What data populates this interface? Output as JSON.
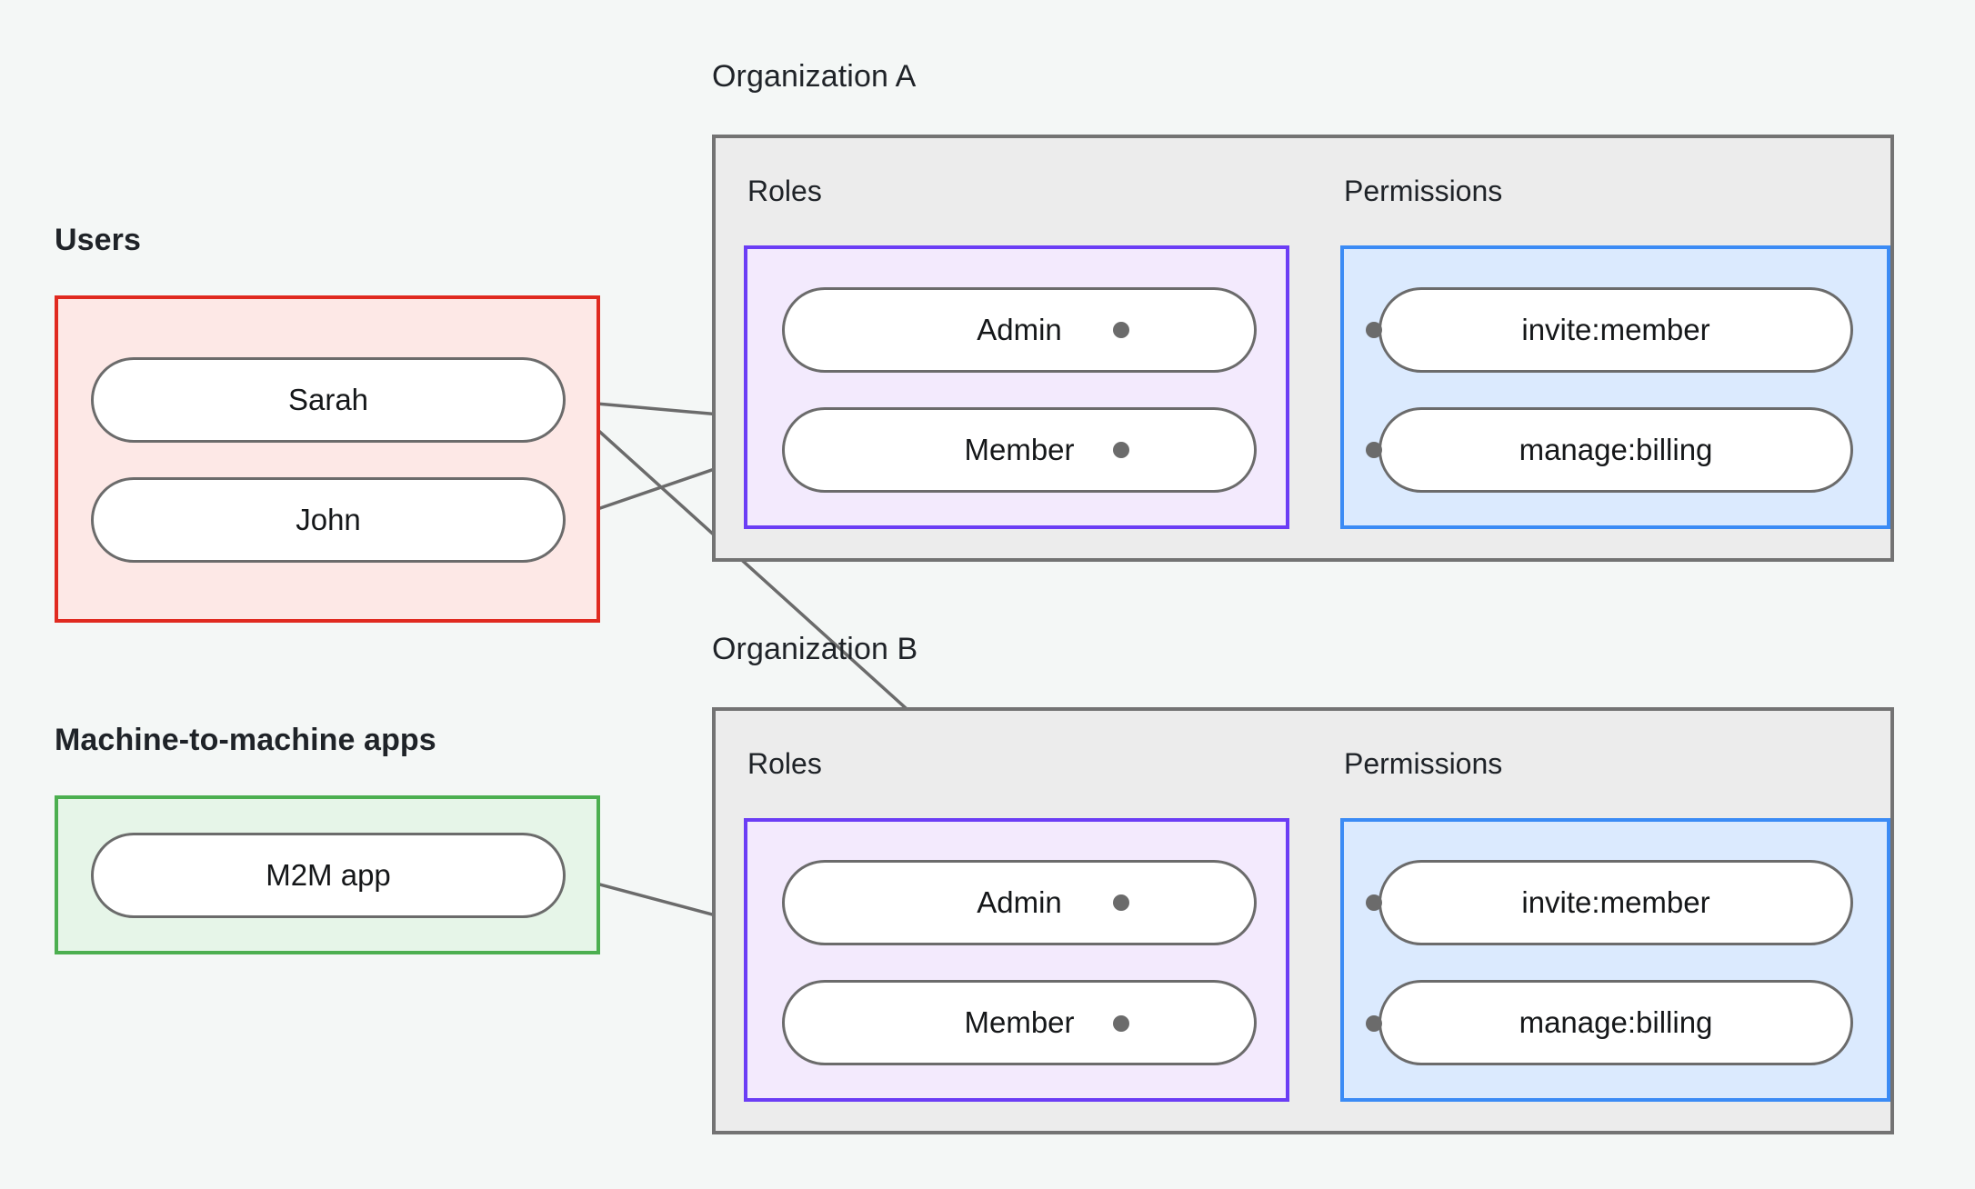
{
  "diagram": {
    "title_visible": false,
    "background_color": "#f4f7f6",
    "edge_color": "#6b6b6b"
  },
  "left_column": {
    "users_group": {
      "label": "Users",
      "border_color": "#e02a20",
      "fill_color": "#fde8e6",
      "items": [
        {
          "label": "Sarah"
        },
        {
          "label": "John"
        }
      ]
    },
    "m2m_group": {
      "label": "Machine-to-machine apps",
      "border_color": "#4caf50",
      "fill_color": "#e6f5e8",
      "items": [
        {
          "label": "M2M app"
        }
      ]
    }
  },
  "organizations": [
    {
      "label": "Organization A",
      "border_color": "#737373",
      "fill_color": "#ececec",
      "roles": {
        "label": "Roles",
        "border_color": "#6b3df5",
        "fill_color": "#f3eafd",
        "items": [
          {
            "label": "Admin"
          },
          {
            "label": "Member"
          }
        ]
      },
      "permissions": {
        "label": "Permissions",
        "border_color": "#3b8bf5",
        "fill_color": "#dbeafe",
        "items": [
          {
            "label": "invite:member"
          },
          {
            "label": "manage:billing"
          }
        ]
      }
    },
    {
      "label": "Organization B",
      "border_color": "#737373",
      "fill_color": "#ececec",
      "roles": {
        "label": "Roles",
        "border_color": "#6b3df5",
        "fill_color": "#f3eafd",
        "items": [
          {
            "label": "Admin"
          },
          {
            "label": "Member"
          }
        ]
      },
      "permissions": {
        "label": "Permissions",
        "border_color": "#3b8bf5",
        "fill_color": "#dbeafe",
        "items": [
          {
            "label": "invite:member"
          },
          {
            "label": "manage:billing"
          }
        ]
      }
    }
  ],
  "connections": [
    {
      "from": "Sarah",
      "to": "Organization A / Member"
    },
    {
      "from": "Sarah",
      "to": "Organization B / Admin"
    },
    {
      "from": "John",
      "to": "Organization A / Admin"
    },
    {
      "from": "Organization A / Admin",
      "to": "Organization A / invite:member"
    },
    {
      "from": "Organization A / Admin",
      "to": "Organization A / manage:billing"
    },
    {
      "from": "Organization A / Member",
      "to": "Organization A / manage:billing"
    },
    {
      "from": "M2M app",
      "to": "Organization B / Member"
    },
    {
      "from": "Organization B / Admin",
      "to": "Organization B / invite:member"
    },
    {
      "from": "Organization B / Admin",
      "to": "Organization B / manage:billing"
    },
    {
      "from": "Organization B / Member",
      "to": "Organization B / manage:billing"
    }
  ]
}
